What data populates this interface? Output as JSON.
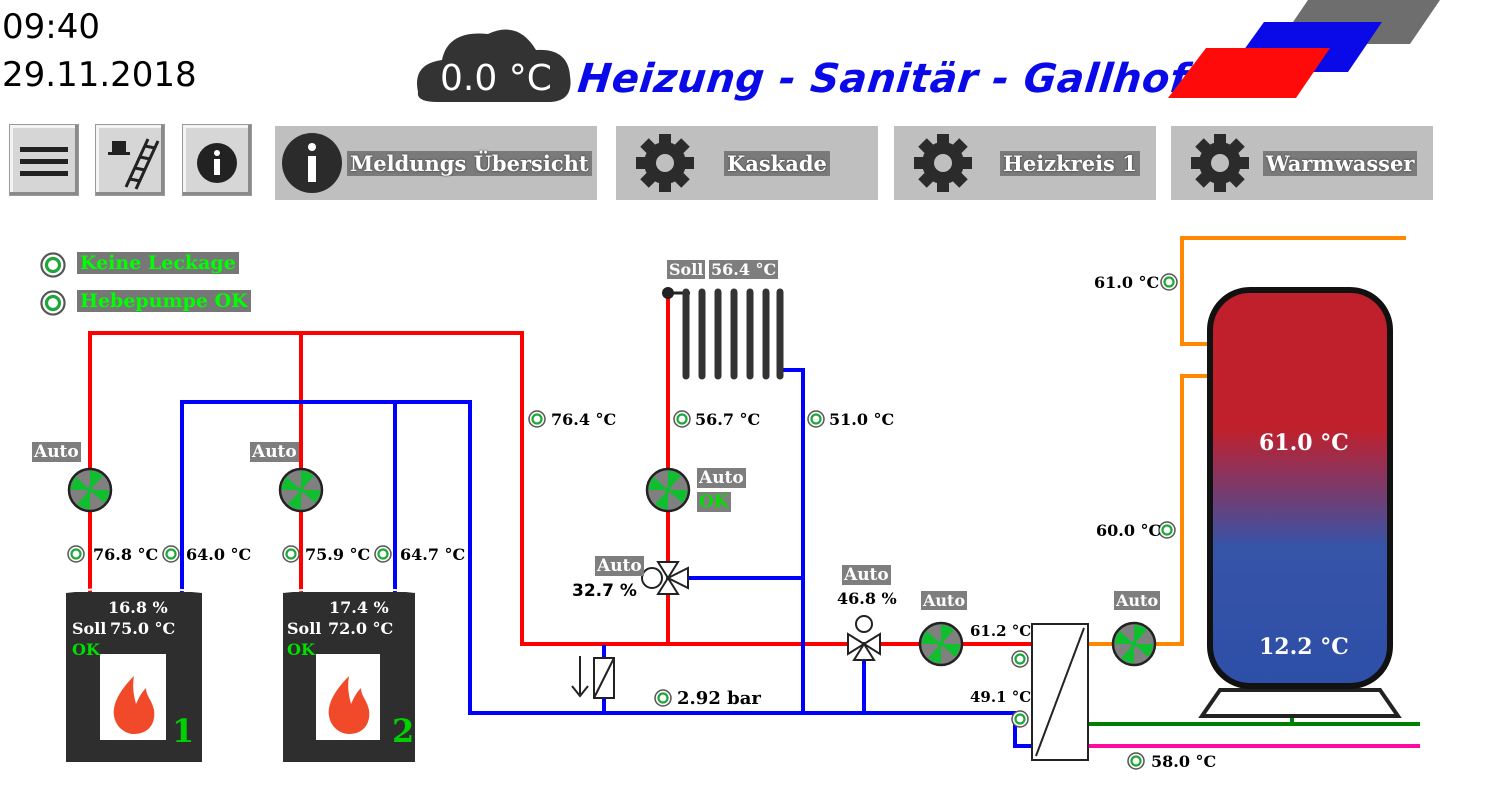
{
  "header": {
    "time": "09:40",
    "date": "29.11.2018",
    "outside_temp": "0.0 °C",
    "brand": "Heizung - Sanitär - Gallhofer"
  },
  "nav": {
    "menu_icon": "hamburger-menu-icon",
    "chimney_icon": "chimney-sweep-icon",
    "info_icon": "info-icon",
    "buttons": [
      {
        "label": "Meldungs Übersicht",
        "icon": "info-circle-icon"
      },
      {
        "label": "Kaskade",
        "icon": "gear-icon"
      },
      {
        "label": "Heizkreis 1",
        "icon": "gear-icon"
      },
      {
        "label": "Warmwasser",
        "icon": "gear-icon"
      }
    ]
  },
  "status": {
    "leak": "Keine Leckage",
    "lift_pump": "Hebepumpe OK"
  },
  "boilers": [
    {
      "mode": "Auto",
      "flow": "76.8 °C",
      "return": "64.0 °C",
      "power": "16.8 %",
      "soll_label": "Soll",
      "soll": "75.0 °C",
      "state": "OK",
      "number": "1"
    },
    {
      "mode": "Auto",
      "flow": "75.9 °C",
      "return": "64.7 °C",
      "power": "17.4 %",
      "soll_label": "Soll",
      "soll": "72.0 °C",
      "state": "OK",
      "number": "2"
    }
  ],
  "heating_circuit": {
    "soll_label": "Soll",
    "soll": "56.4 °C",
    "flow": "56.7 °C",
    "return": "51.0 °C",
    "pump_mode": "Auto",
    "pump_state": "OK",
    "mixer_mode": "Auto",
    "mixer_pct": "32.7 %"
  },
  "main_flow": "76.4 °C",
  "pressure": "2.92 bar",
  "dhw": {
    "valve_mode": "Auto",
    "valve_pct": "46.8 %",
    "pump1_mode": "Auto",
    "hx_in": "61.2 °C",
    "hx_out": "49.1 °C",
    "pump2_mode": "Auto",
    "top_sensor": "61.0 °C",
    "mid_sensor": "60.0 °C",
    "tank_top": "61.0 °C",
    "tank_bottom": "12.2 °C",
    "circulation": "58.0 °C"
  },
  "colors": {
    "hot": "#ff0000",
    "cold": "#0000ff",
    "dhw": "#ff8800",
    "circulation": "#ff0aa0",
    "green_line": "#008000"
  }
}
